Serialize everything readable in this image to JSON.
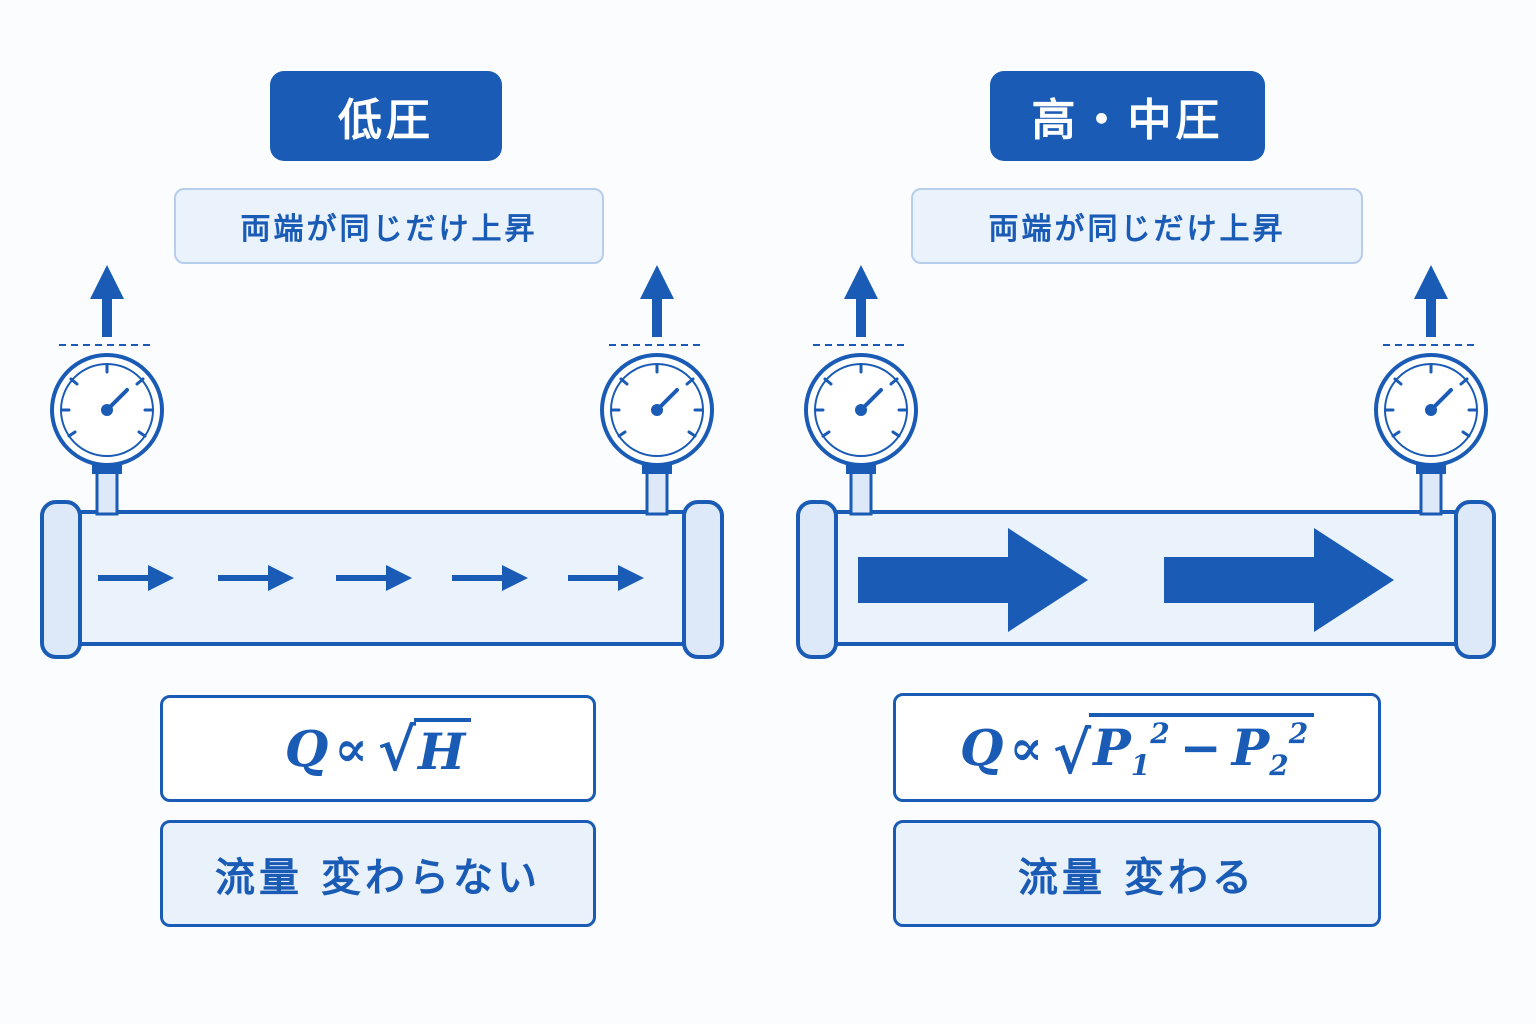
{
  "colors": {
    "accent": "#1a5bb5",
    "pipe_fill": "#eaf2fc",
    "note_fill": "#eaf2fc",
    "background": "#fbfcfe"
  },
  "low_pressure": {
    "title": "低圧",
    "note": "両端が同じだけ上昇",
    "formula": {
      "lhs": "Q",
      "relation": "∝",
      "radicand": "H"
    },
    "result": "流量 変わらない",
    "flow_arrow_count": 5,
    "flow_arrow_size": "small"
  },
  "high_medium_pressure": {
    "title": "高・中圧",
    "note": "両端が同じだけ上昇",
    "formula": {
      "lhs": "Q",
      "relation": "∝",
      "term1_base": "P",
      "term1_sub": "1",
      "term1_sup": "2",
      "operator": "−",
      "term2_base": "P",
      "term2_sub": "2",
      "term2_sup": "2"
    },
    "result": "流量 変わる",
    "flow_arrow_count": 2,
    "flow_arrow_size": "large"
  },
  "icons": [
    "pressure-gauge-icon",
    "up-arrow-icon",
    "flow-arrow-icon"
  ]
}
